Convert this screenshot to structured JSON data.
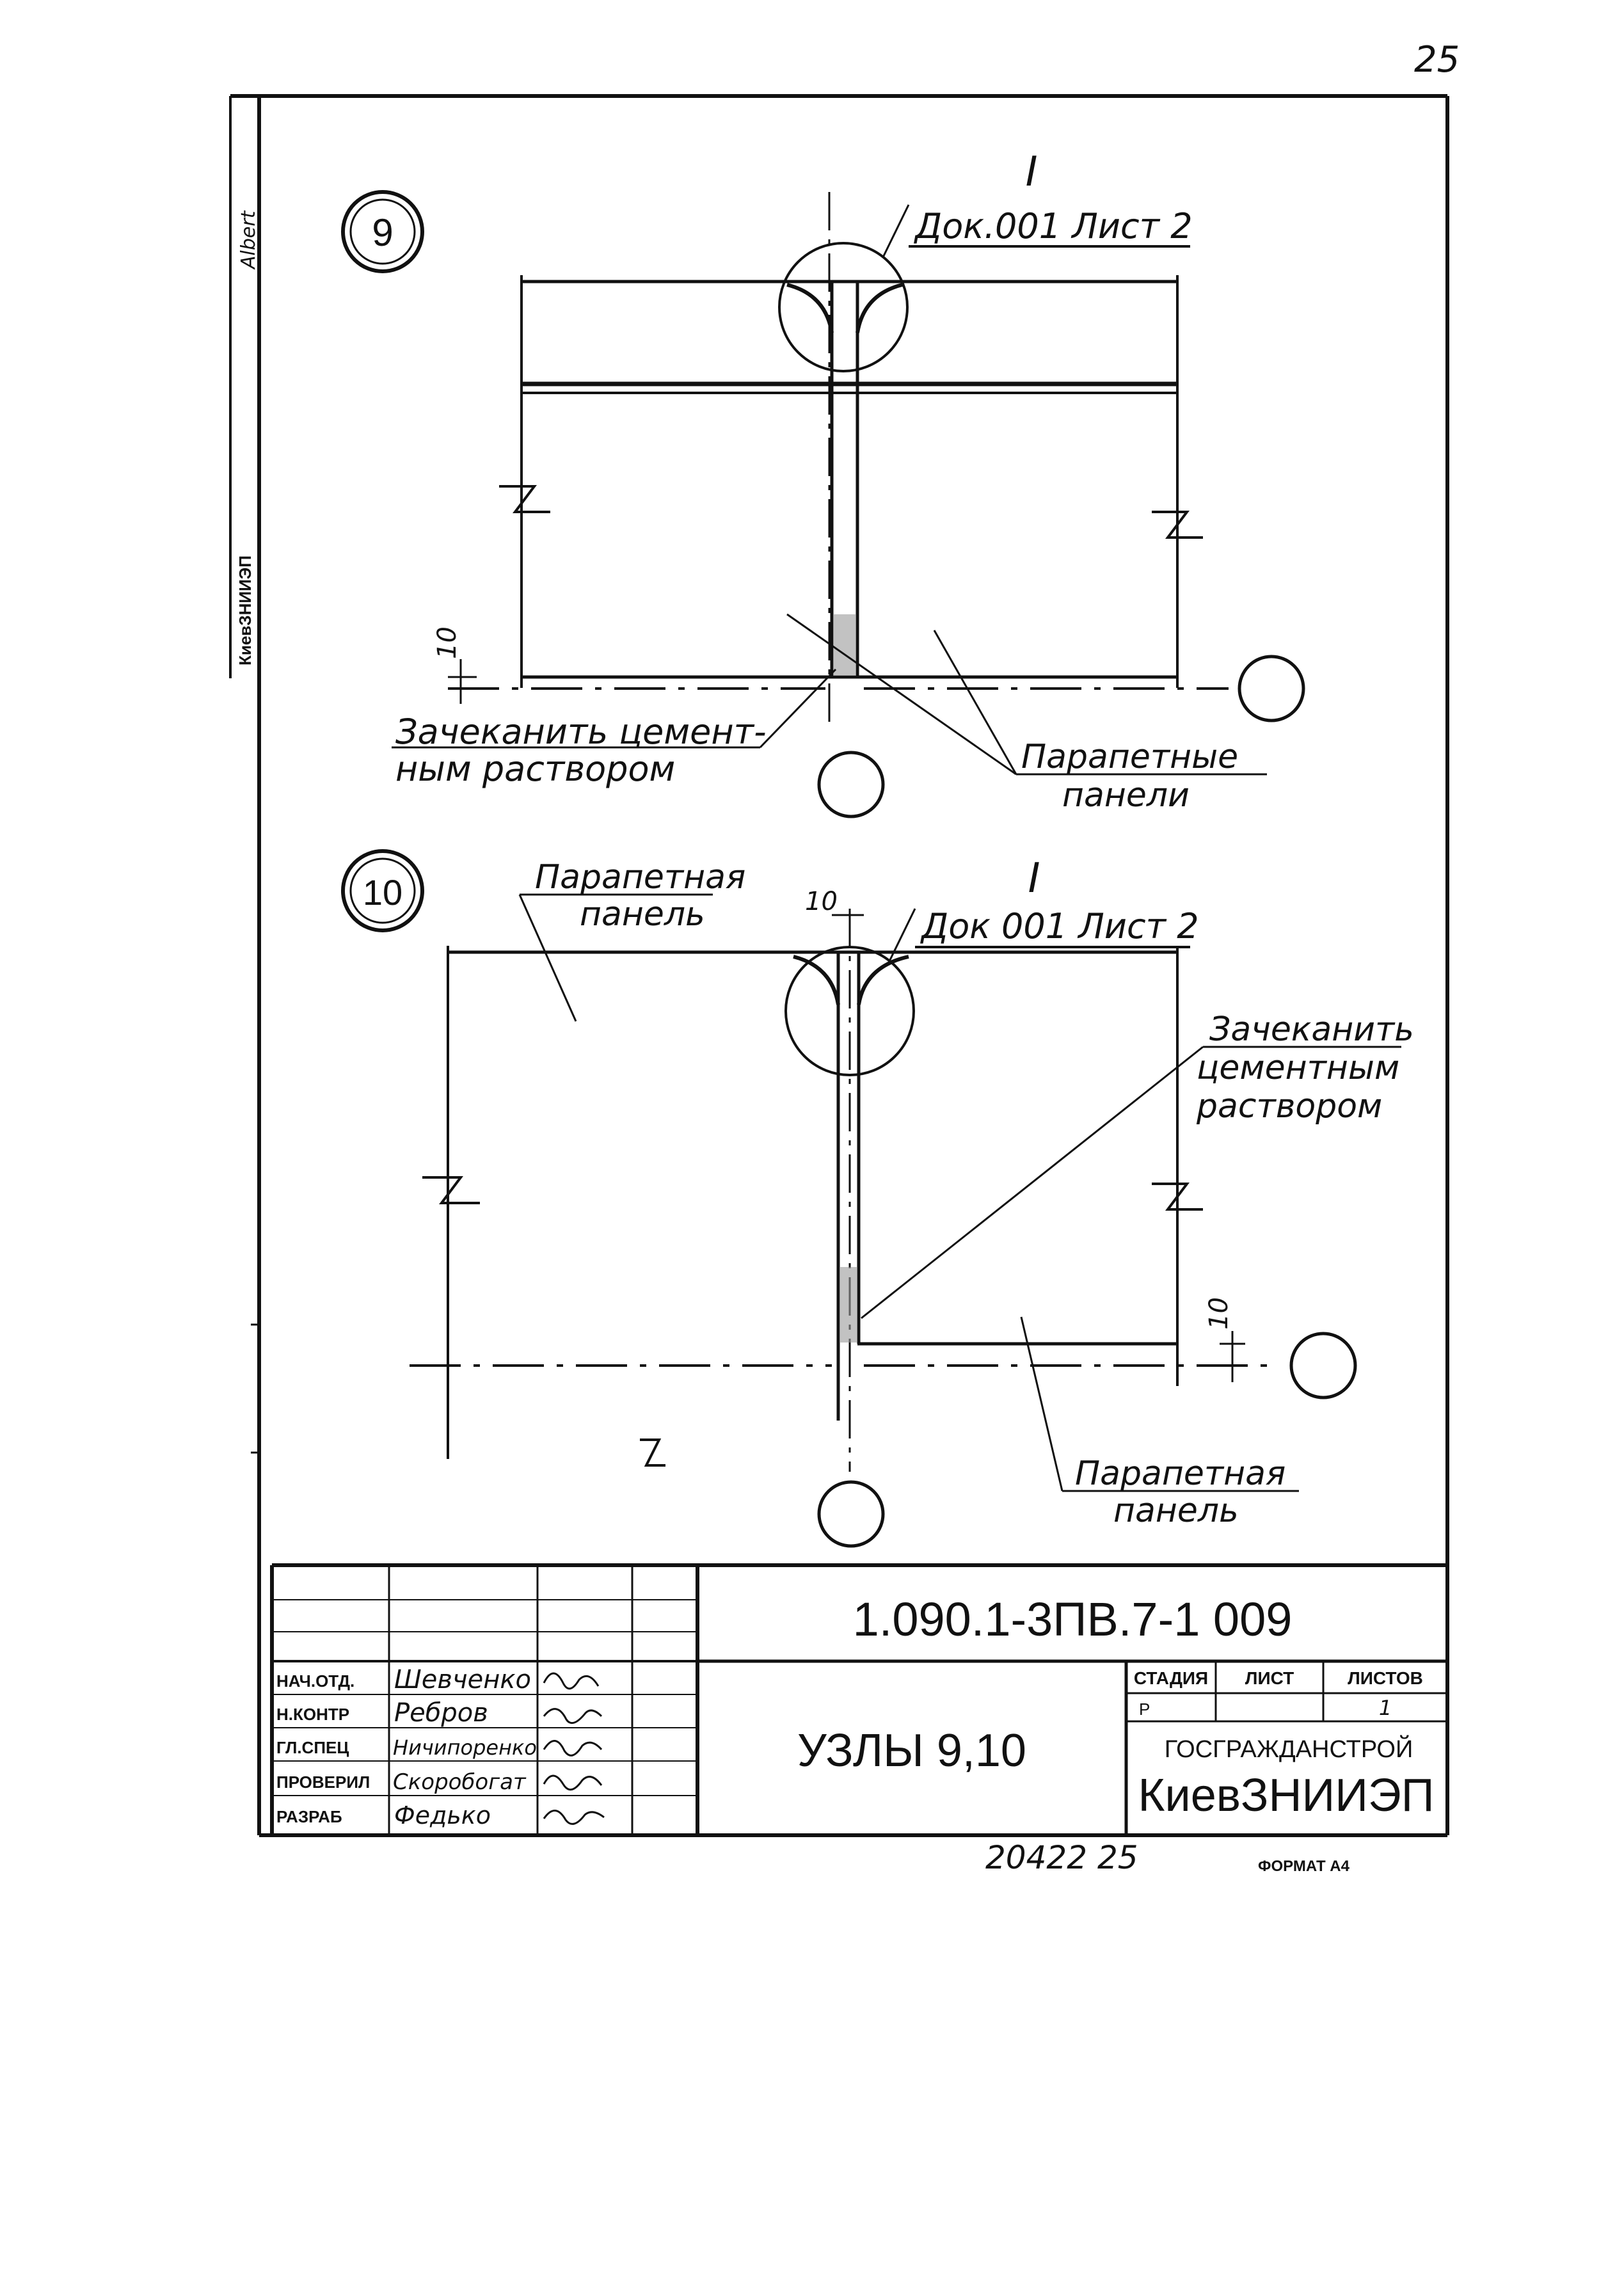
{
  "page_number": "25",
  "side_stamp": "КиевЗНИИЭП",
  "side_signature": "Albert",
  "node9": {
    "marker": "9",
    "callout_mark": "I",
    "callout_ref": "Док.001 Лист 2",
    "dim": "10",
    "note1_line1": "Зачеканить цемент-",
    "note1_line2": "ным раствором",
    "note2_line1": "Парапетные",
    "note2_line2": "панели"
  },
  "node10": {
    "marker": "10",
    "callout_mark": "I",
    "callout_ref": "Док 001 Лист 2",
    "dim_top": "10",
    "dim_right": "10",
    "panel_top_line1": "Парапетная",
    "panel_top_line2": "панель",
    "note_line1": "Зачеканить",
    "note_line2": "цементным",
    "note_line3": "раствором",
    "panel_bottom_line1": "Парапетная",
    "panel_bottom_line2": "панель"
  },
  "title_block": {
    "doc_code": "1.090.1-3ПВ.7-1  009",
    "title": "УЗЛЫ 9,10",
    "stage_label": "СТАДИЯ",
    "sheet_label": "ЛИСТ",
    "sheets_label": "ЛИСТОВ",
    "stage_value": "Р",
    "sheet_value": "",
    "sheets_value": "1",
    "org_line1": "ГОСГРАЖДАНСТРОЙ",
    "org_line2": "КиевЗНИИЭП",
    "roles": [
      {
        "role": "НАЧ.ОТД.",
        "name": "Шевченко"
      },
      {
        "role": "Н.КОНТР",
        "name": "Ребров"
      },
      {
        "role": "ГЛ.СПЕЦ",
        "name": "Ничипоренко"
      },
      {
        "role": "ПРОВЕРИЛ",
        "name": "Скоробогат"
      },
      {
        "role": "РАЗРАБ",
        "name": "Федько"
      }
    ]
  },
  "bottom_number": "20422  25",
  "format": "ФОРМАТ А4"
}
